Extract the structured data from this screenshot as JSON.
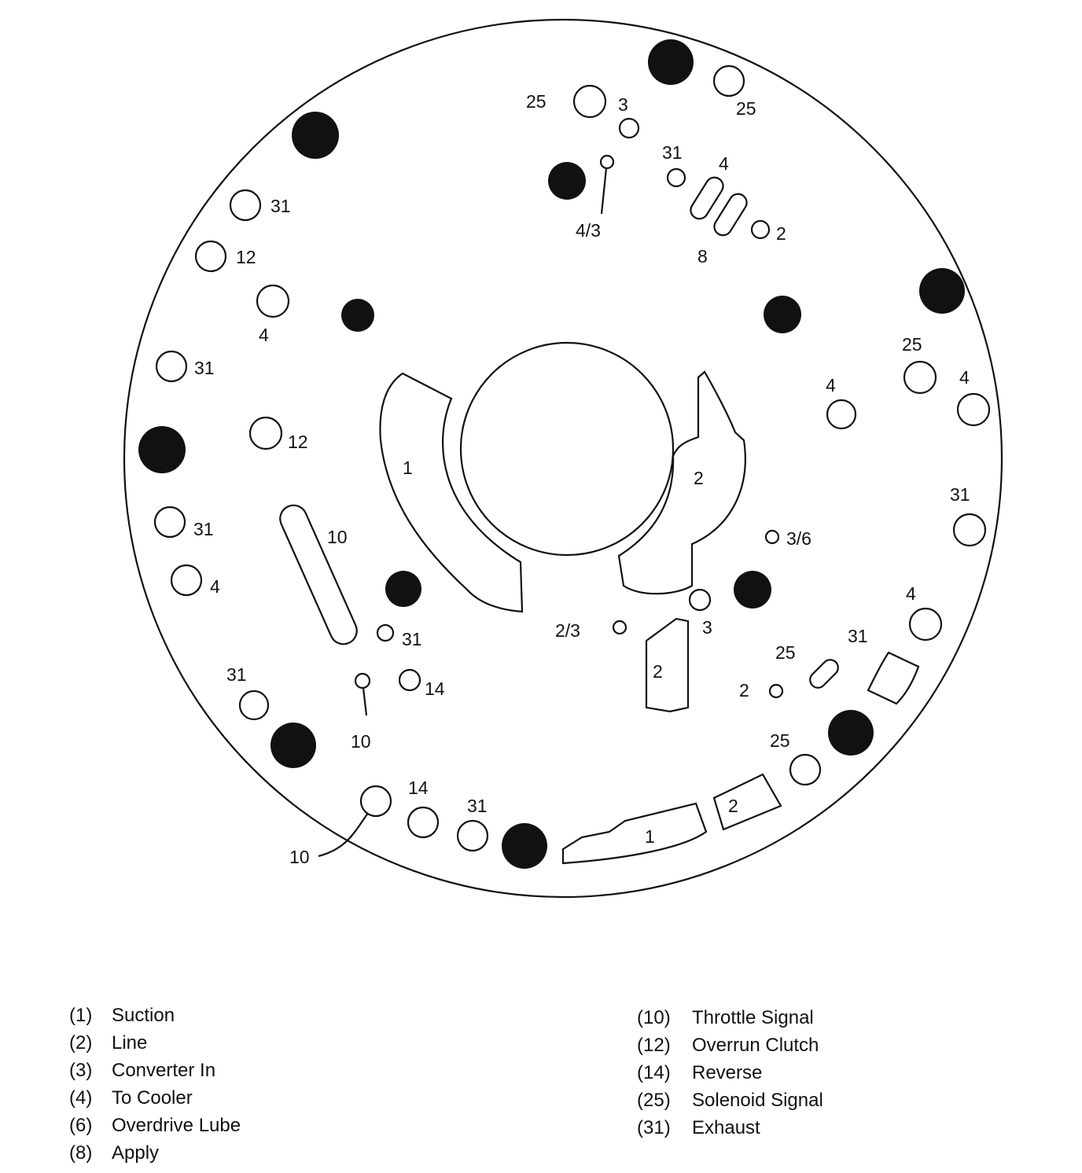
{
  "figure": {
    "labels": [
      {
        "id": "l25a",
        "text": "25"
      },
      {
        "id": "l3a",
        "text": "3"
      },
      {
        "id": "l25b",
        "text": "25"
      },
      {
        "id": "l31a",
        "text": "31"
      },
      {
        "id": "l4a",
        "text": "4"
      },
      {
        "id": "l43",
        "text": "4/3"
      },
      {
        "id": "l2a",
        "text": "2"
      },
      {
        "id": "l8",
        "text": "8"
      },
      {
        "id": "l31b",
        "text": "31"
      },
      {
        "id": "l12a",
        "text": "12"
      },
      {
        "id": "l4b",
        "text": "4"
      },
      {
        "id": "l31c",
        "text": "31"
      },
      {
        "id": "l12b",
        "text": "12"
      },
      {
        "id": "l31d",
        "text": "31"
      },
      {
        "id": "l4c",
        "text": "4"
      },
      {
        "id": "l10a",
        "text": "10"
      },
      {
        "id": "l1a",
        "text": "1"
      },
      {
        "id": "l2b",
        "text": "2"
      },
      {
        "id": "l25c",
        "text": "25"
      },
      {
        "id": "l4d",
        "text": "4"
      },
      {
        "id": "l4e",
        "text": "4"
      },
      {
        "id": "l31e",
        "text": "31"
      },
      {
        "id": "l36",
        "text": "3/6"
      },
      {
        "id": "l31f",
        "text": "31"
      },
      {
        "id": "l14a",
        "text": "14"
      },
      {
        "id": "l23",
        "text": "2/3"
      },
      {
        "id": "l3b",
        "text": "3"
      },
      {
        "id": "l2c",
        "text": "2"
      },
      {
        "id": "l4f",
        "text": "4"
      },
      {
        "id": "l31g",
        "text": "31"
      },
      {
        "id": "l25d",
        "text": "25"
      },
      {
        "id": "l2d",
        "text": "2"
      },
      {
        "id": "l31h",
        "text": "31"
      },
      {
        "id": "l10b",
        "text": "10"
      },
      {
        "id": "l25e",
        "text": "25"
      },
      {
        "id": "l14b",
        "text": "14"
      },
      {
        "id": "l31i",
        "text": "31"
      },
      {
        "id": "l10c",
        "text": "10"
      },
      {
        "id": "l1b",
        "text": "1"
      },
      {
        "id": "l2e",
        "text": "2"
      }
    ]
  },
  "legend": {
    "left": [
      {
        "code": "(1)",
        "name": "Suction"
      },
      {
        "code": "(2)",
        "name": "Line"
      },
      {
        "code": "(3)",
        "name": "Converter In"
      },
      {
        "code": "(4)",
        "name": "To Cooler"
      },
      {
        "code": "(6)",
        "name": "Overdrive Lube"
      },
      {
        "code": "(8)",
        "name": "Apply"
      }
    ],
    "right": [
      {
        "code": "(10)",
        "name": "Throttle Signal"
      },
      {
        "code": "(12)",
        "name": "Overrun Clutch"
      },
      {
        "code": "(14)",
        "name": "Reverse"
      },
      {
        "code": "(25)",
        "name": "Solenoid Signal"
      },
      {
        "code": "(31)",
        "name": "Exhaust"
      }
    ]
  }
}
